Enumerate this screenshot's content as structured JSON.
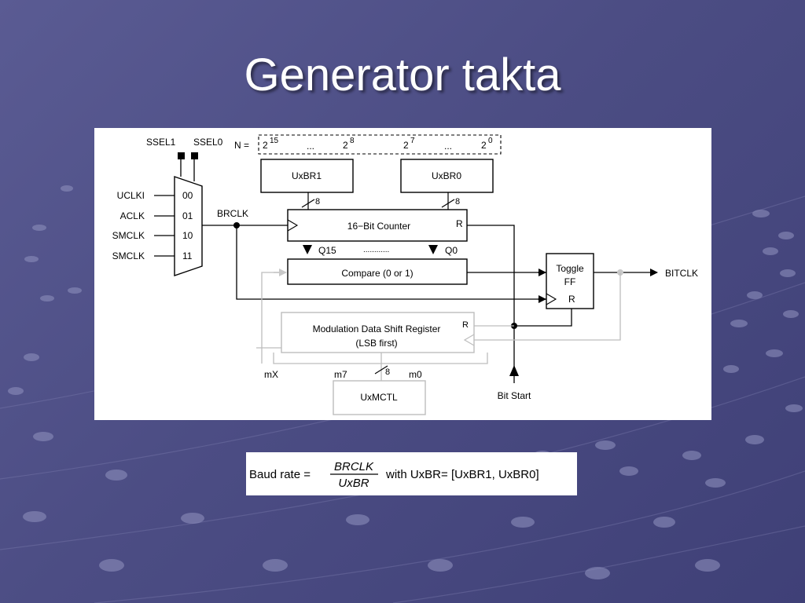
{
  "slide": {
    "title": "Generator takta"
  },
  "diagram": {
    "ssel1": "SSEL1",
    "ssel0": "SSEL0",
    "n_prefix": "N =",
    "n_terms": [
      {
        "base": "2",
        "exp": "15"
      },
      {
        "base": "2",
        "exp": "8"
      },
      {
        "base": "2",
        "exp": "7"
      },
      {
        "base": "2",
        "exp": "0"
      }
    ],
    "ellipsis": "...",
    "inputs": [
      "UCLKI",
      "ACLK",
      "SMCLK",
      "SMCLK"
    ],
    "mux_codes": [
      "00",
      "01",
      "10",
      "11"
    ],
    "brclk": "BRCLK",
    "uxbr1": "UxBR1",
    "uxbr0": "UxBR0",
    "bus_width": "8",
    "counter": "16−Bit Counter",
    "reset": "R",
    "q15": "Q15",
    "q0": "Q0",
    "dots": "............",
    "compare": "Compare (0 or 1)",
    "toggle_line1": "Toggle",
    "toggle_line2": "FF",
    "bitclk": "BITCLK",
    "mod_line1": "Modulation Data Shift Register",
    "mod_line2": "(LSB first)",
    "mx": "mX",
    "m7": "m7",
    "m0": "m0",
    "uxmctl": "UxMCTL",
    "bit_start": "Bit Start"
  },
  "formula": {
    "lhs": "Baud rate =",
    "numerator": "BRCLK",
    "denominator": "UxBR",
    "rhs": "with UxBR= [UxBR1, UxBR0]"
  }
}
